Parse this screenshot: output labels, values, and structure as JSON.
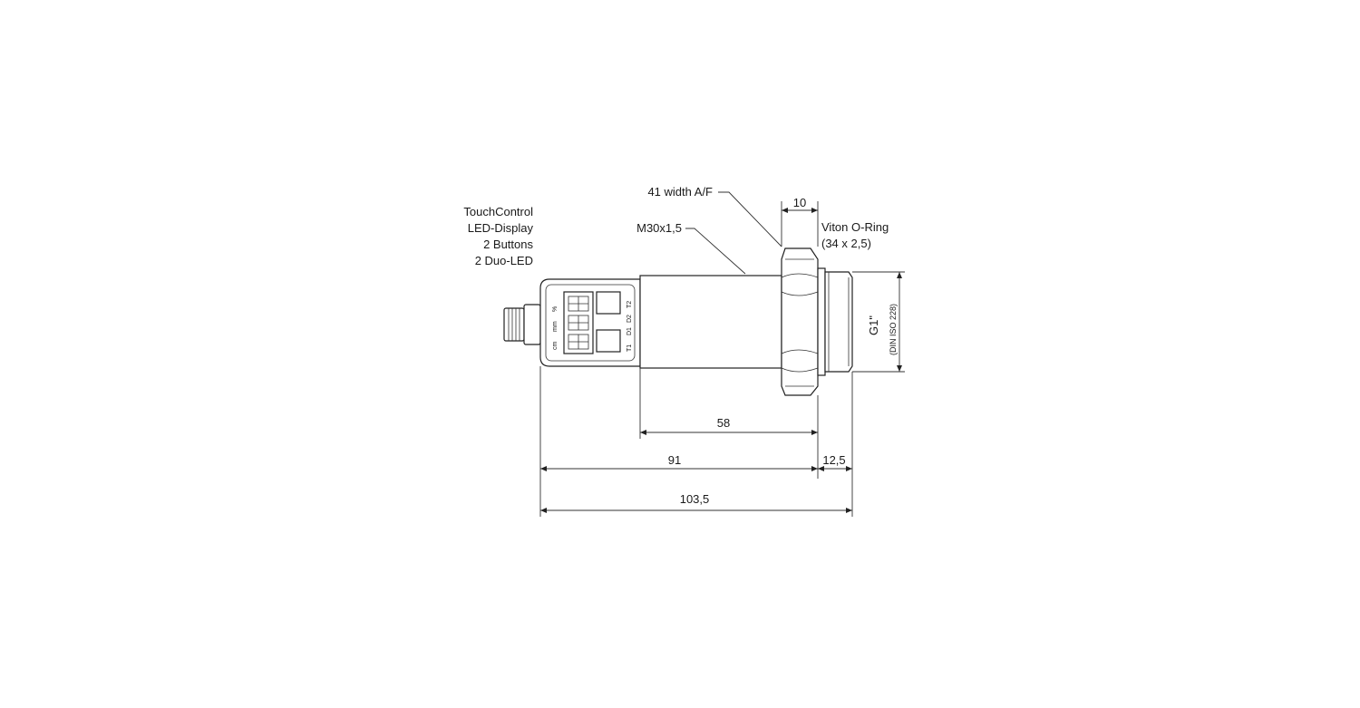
{
  "callouts": {
    "touch_control": [
      "TouchControl",
      "LED-Display",
      "2 Buttons",
      "2 Duo-LED"
    ],
    "width_af": "41 width A/F",
    "thread": "M30x1,5",
    "oring": [
      "Viton O-Ring",
      "(34 x 2,5)"
    ]
  },
  "dimensions": {
    "nut_width": "10",
    "body_length": "58",
    "housing_length": "91",
    "process_length": "12,5",
    "total_length": "103,5",
    "process_thread": "G1\"",
    "process_thread_std": "(DIN ISO 228)"
  },
  "display": {
    "units": [
      "cm",
      "mm",
      "%"
    ],
    "indicators": [
      "T1",
      "D1",
      "D2",
      "T2"
    ],
    "digits": [
      "8",
      "8",
      "8"
    ]
  }
}
